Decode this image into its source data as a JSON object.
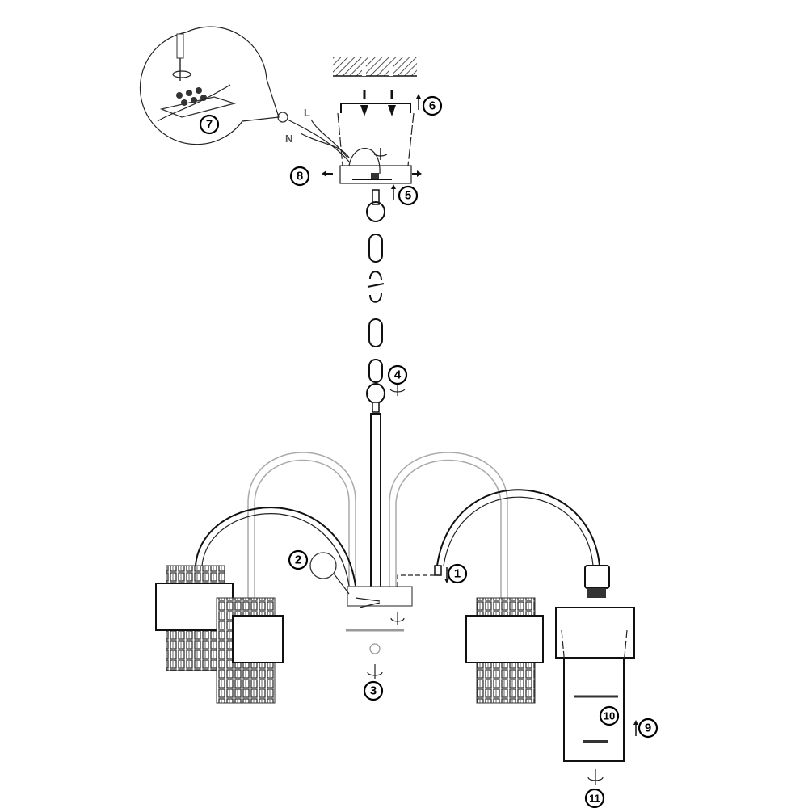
{
  "diagram": {
    "wire_labels": {
      "live": "L",
      "neutral": "N"
    },
    "steps": [
      {
        "id": "1"
      },
      {
        "id": "2"
      },
      {
        "id": "3"
      },
      {
        "id": "4"
      },
      {
        "id": "5"
      },
      {
        "id": "6"
      },
      {
        "id": "7"
      },
      {
        "id": "8"
      },
      {
        "id": "9"
      },
      {
        "id": "10"
      },
      {
        "id": "11"
      }
    ]
  }
}
